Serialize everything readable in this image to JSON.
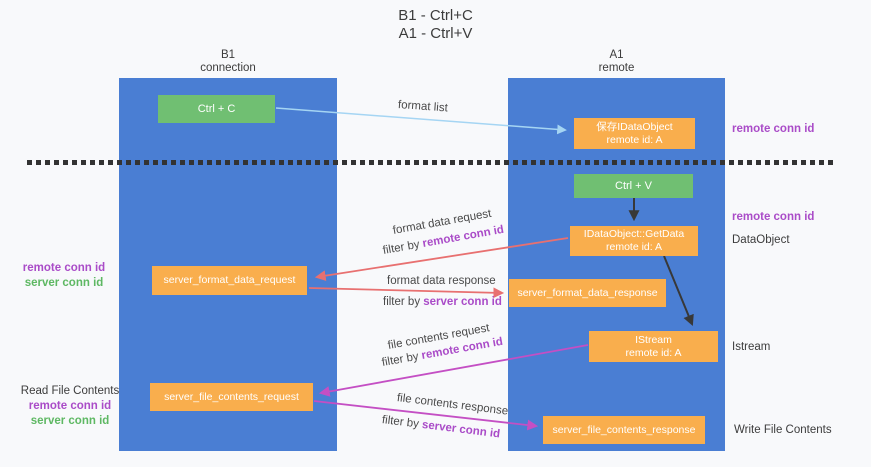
{
  "title": {
    "line1": "B1 - Ctrl+C",
    "line2": "A1 - Ctrl+V"
  },
  "columns": {
    "left": {
      "name": "B1",
      "role": "connection"
    },
    "right": {
      "name": "A1",
      "role": "remote"
    }
  },
  "boxes": {
    "ctrl_c": {
      "label": "Ctrl + C"
    },
    "saved_dataobject": {
      "line1": "保存IDataObject",
      "line2": "remote id: A"
    },
    "ctrl_v": {
      "label": "Ctrl + V"
    },
    "getdata": {
      "line1": "IDataObject::GetData",
      "line2": "remote id: A"
    },
    "format_request": {
      "label": "server_format_data_request"
    },
    "format_response": {
      "label": "server_format_data_response"
    },
    "istream": {
      "line1": "IStream",
      "line2": "remote id: A"
    },
    "file_request": {
      "label": "server_file_contents_request"
    },
    "file_response": {
      "label": "server_file_contents_response"
    }
  },
  "arrows": {
    "format_list": {
      "label": "format list"
    },
    "format_data_request": {
      "label": "format data request",
      "filter_prefix": "filter by ",
      "filter_key": "remote conn id"
    },
    "format_data_response": {
      "label": "format data response",
      "filter_prefix": "filter by ",
      "filter_key": "server conn id"
    },
    "file_contents_request": {
      "label": "file contents request",
      "filter_prefix": "filter by ",
      "filter_key": "remote conn id"
    },
    "file_contents_response": {
      "label": "file contents response",
      "filter_prefix": "filter by ",
      "filter_key": "server conn id"
    }
  },
  "side_labels": {
    "right_remote_conn_id_top": "remote conn id",
    "right_remote_conn_id_mid": "remote conn id",
    "right_dataobject": "DataObject",
    "right_istream": "Istream",
    "right_write_file_contents": "Write File Contents",
    "left_remote_conn_id": "remote conn id",
    "left_server_conn_id": "server conn id",
    "left_read_file_contents": "Read File Contents",
    "left_remote_conn_id_2": "remote conn id",
    "left_server_conn_id_2": "server conn id"
  },
  "colors": {
    "background": "#f8f9fb",
    "column_blue": "#4a7ed3",
    "box_orange": "#f9ae4d",
    "box_green": "#70bf72",
    "purple_text": "#aa4cc8",
    "green_text": "#5eb863",
    "arrow_red": "#e87070",
    "arrow_magenta": "#c44fc4",
    "arrow_lightblue": "#a5d5f3",
    "arrow_black": "#383838"
  }
}
